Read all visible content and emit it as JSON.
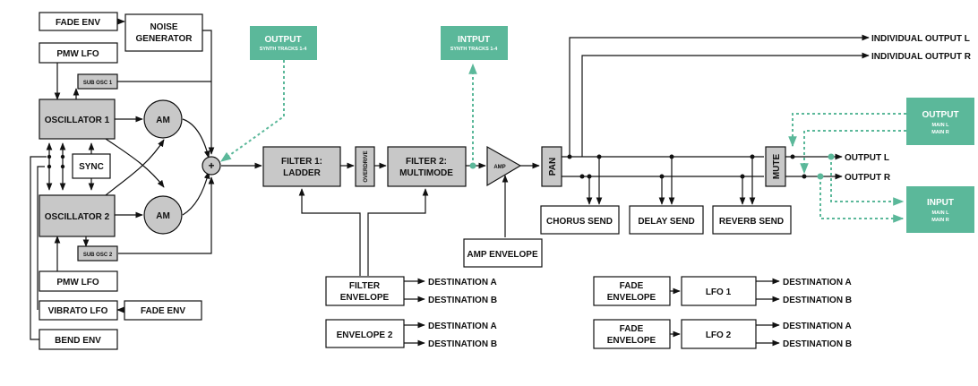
{
  "colors": {
    "block": "#c8c8c8",
    "box": "#ffffff",
    "teal": "#5bb89a",
    "line": "#111111",
    "teal_text": "#ffffff"
  },
  "blocks": {
    "fade_env_top": "FADE ENV",
    "noise_generator": [
      "NOISE",
      "GENERATOR"
    ],
    "pmw_lfo_top": "PMW LFO",
    "sub_osc_1": "SUB OSC 1",
    "oscillator_1": "OSCILLATOR 1",
    "am_1": "AM",
    "sync": "SYNC",
    "oscillator_2": "OSCILLATOR 2",
    "am_2": "AM",
    "sub_osc_2": "SUB OSC 2",
    "pmw_lfo_bottom": "PMW LFO",
    "vibrato_lfo": "VIBRATO LFO",
    "fade_env_bottom": "FADE ENV",
    "bend_env": "BEND ENV",
    "mixer_symbol": "+",
    "filter_1": [
      "FILTER 1:",
      "LADDER"
    ],
    "overdrive": "OVERDRIVE",
    "filter_2": [
      "FILTER 2:",
      "MULTIMODE"
    ],
    "amp": "AMP",
    "pan": "PAN",
    "mute": "MUTE",
    "amp_envelope": "AMP ENVELOPE",
    "filter_envelope": [
      "FILTER",
      "ENVELOPE"
    ],
    "envelope_2": "ENVELOPE 2",
    "chorus_send": "CHORUS SEND",
    "delay_send": "DELAY SEND",
    "reverb_send": "REVERB SEND",
    "fade_envelope_1": [
      "FADE",
      "ENVELOPE"
    ],
    "lfo_1": "LFO 1",
    "fade_envelope_2": [
      "FADE",
      "ENVELOPE"
    ],
    "lfo_2": "LFO 2"
  },
  "teal_boxes": {
    "output_synth": {
      "title": "OUTPUT",
      "sub": "SYNTH TRACKS 1-4"
    },
    "input_synth": {
      "title": "INTPUT",
      "sub": "SYNTH TRACKS 1-4"
    },
    "output_main": {
      "title": "OUTPUT",
      "sub1": "MAIN L",
      "sub2": "MAIN R"
    },
    "input_main": {
      "title": "INPUT",
      "sub1": "MAIN L",
      "sub2": "MAIN R"
    }
  },
  "labels": {
    "individual_output_l": "INDIVIDUAL OUTPUT L",
    "individual_output_r": "INDIVIDUAL OUTPUT R",
    "output_l": "OUTPUT L",
    "output_r": "OUTPUT R",
    "destination_a": "DESTINATION A",
    "destination_b": "DESTINATION B"
  }
}
